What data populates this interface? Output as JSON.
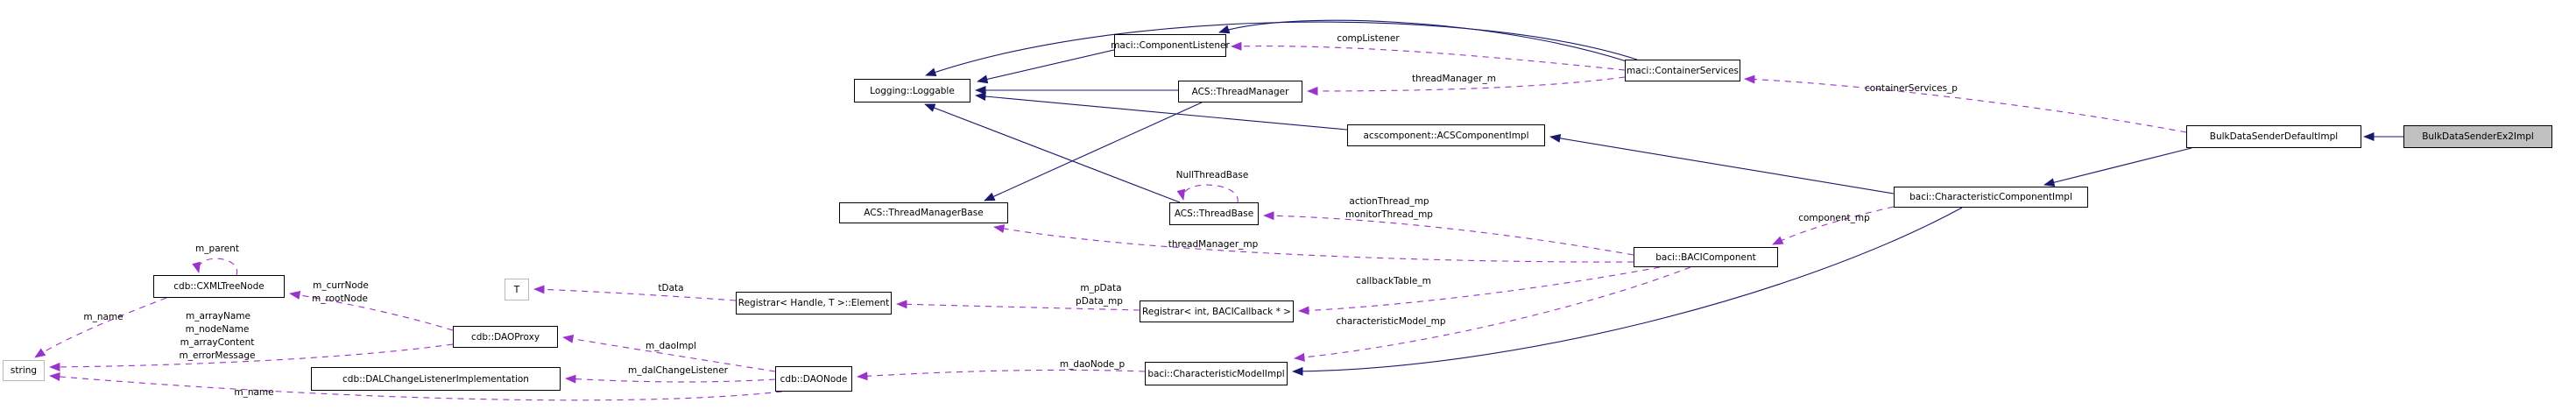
{
  "diagram": {
    "type": "doxygen-collaboration-graph",
    "highlighted_node": "BulkDataSenderEx2Impl",
    "colors": {
      "inheritance_edge": "#191970",
      "usage_edge": "#9a32cc",
      "node_border": "#000000",
      "external_node_border": "#b9b9b9",
      "highlight_fill": "#c0c0c0",
      "node_fill": "#ffffff",
      "background": "#ffffff"
    },
    "nodes": {
      "component_listener": {
        "label": "maci::ComponentListener"
      },
      "loggable": {
        "label": "Logging::Loggable"
      },
      "thread_manager": {
        "label": "ACS::ThreadManager"
      },
      "container_services": {
        "label": "maci::ContainerServices"
      },
      "acs_component_impl": {
        "label": "acscomponent::ACSComponentImpl"
      },
      "bulk_default_impl": {
        "label": "BulkDataSenderDefaultImpl"
      },
      "bulk_ex2_impl": {
        "label": "BulkDataSenderEx2Impl"
      },
      "thread_manager_base": {
        "label": "ACS::ThreadManagerBase"
      },
      "thread_base": {
        "label": "ACS::ThreadBase"
      },
      "char_component_impl": {
        "label": "baci::CharacteristicComponentImpl"
      },
      "baci_component": {
        "label": "baci::BACIComponent"
      },
      "cxml_tree_node": {
        "label": "cdb::CXMLTreeNode"
      },
      "t_param": {
        "label": "T"
      },
      "registrar_element": {
        "label": "Registrar< Handle, T >::Element"
      },
      "registrar_int": {
        "label": "Registrar< int, BACICallback * >"
      },
      "string": {
        "label": "string"
      },
      "dao_proxy": {
        "label": "cdb::DAOProxy"
      },
      "dal_listener_impl": {
        "label": "cdb::DALChangeListenerImplementation"
      },
      "dao_node": {
        "label": "cdb::DAONode"
      },
      "char_model_impl": {
        "label": "baci::CharacteristicModelImpl"
      }
    },
    "edge_labels": {
      "comp_listener": "compListener",
      "thread_manager_m": "threadManager_m",
      "container_services_p": "containerServices_p",
      "null_thread_base": "NullThreadBase",
      "action_thread_mp": "actionThread_mp",
      "monitor_thread_mp": "monitorThread_mp",
      "thread_manager_mp": "threadManager_mp",
      "component_mp": "component_mp",
      "callback_table_m": "callbackTable_m",
      "char_model_mp": "characteristicModel_mp",
      "m_pdata": "m_pData",
      "pdata_mp": "pData_mp",
      "tdata": "tData",
      "m_parent": "m_parent",
      "m_currnode": "m_currNode",
      "m_rootnode": "m_rootNode",
      "m_name_xml": "m_name",
      "m_arrayname": "m_arrayName",
      "m_nodename": "m_nodeName",
      "m_arraycontent": "m_arrayContent",
      "m_errormessage": "m_errorMessage",
      "m_daoimpl": "m_daoImpl",
      "m_dalchangelistener": "m_dalChangeListener",
      "m_daonode_p": "m_daoNode_p",
      "m_name_daonode": "m_name"
    }
  }
}
